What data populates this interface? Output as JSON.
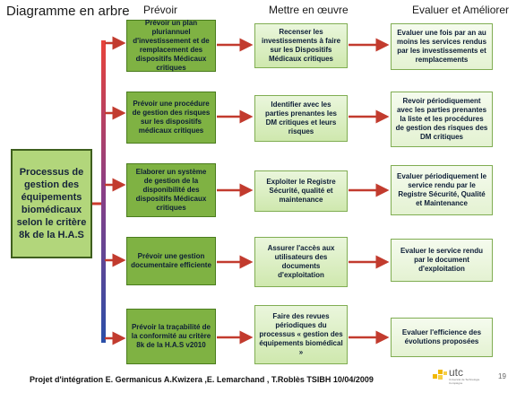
{
  "title": "Diagramme en arbre",
  "columns": {
    "prevoir": "Prévoir",
    "mettre": "Mettre en œuvre",
    "evaluer": "Evaluer et Améliorer"
  },
  "root": "Processus de gestion des équipements biomédicaux selon le critère 8k de la H.A.S",
  "rows": [
    {
      "prevoir": "Prévoir un plan pluriannuel d'investissement et de remplacement des dispositifs Médicaux critiques",
      "mettre": "Recenser les investissements à faire sur les Dispositifs Médicaux critiques",
      "evaluer": "Evaluer une fois par an au moins les services rendus par les investissements et remplacements"
    },
    {
      "prevoir": "Prévoir une procédure de gestion des risques sur les dispositifs médicaux critiques",
      "mettre": "Identifier avec les parties prenantes les DM critiques et leurs risques",
      "evaluer": "Revoir périodiquement avec les parties prenantes la liste et les procédures de gestion des risques des DM critiques"
    },
    {
      "prevoir": "Elaborer un système de gestion de la disponibilité des dispositifs Médicaux critiques",
      "mettre": "Exploiter le Registre Sécurité, qualité et maintenance",
      "evaluer": "Evaluer périodiquement le service rendu par le Registre Sécurité, Qualité et Maintenance"
    },
    {
      "prevoir": "Prévoir une gestion documentaire efficiente",
      "mettre": "Assurer l'accès aux utilisateurs des documents d'exploitation",
      "evaluer": "Evaluer le service rendu par le document d'exploitation"
    },
    {
      "prevoir": "Prévoir la traçabilité de la conformité au critère 8k de la H.A.S v2010",
      "mettre": "Faire des revues périodiques du processus « gestion des équipements biomédical »",
      "evaluer": "Evaluer l'efficience des évolutions proposées"
    }
  ],
  "footer": "Projet d'intégration   E. Germanicus  A.Kwizera  ,E. Lemarchand  , T.Roblès  TSIBH  10/04/2009",
  "page_number": "19",
  "logo": {
    "text": "utc",
    "sub": "Université de Technologie Compiègne"
  },
  "colors": {
    "root_fill": "#b2d67b",
    "prevoir_fill": "#7fb243",
    "arrow_gradient": [
      "#e8423a",
      "#2a4fa8"
    ]
  }
}
